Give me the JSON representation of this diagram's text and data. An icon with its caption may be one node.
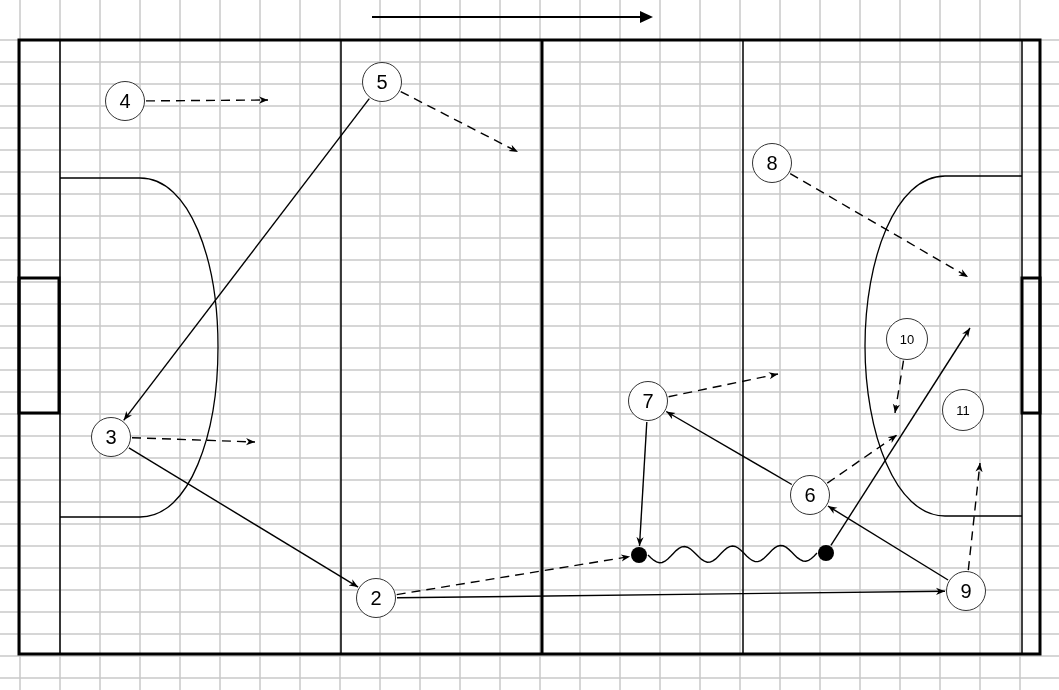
{
  "diagram": {
    "nodes": [
      {
        "text": [
          "4"
        ]
      },
      {
        "text": [
          "5"
        ]
      },
      {
        "text": [
          "8"
        ]
      },
      {
        "text": [
          "10"
        ]
      },
      {
        "text": [
          "7"
        ]
      },
      {
        "text": [
          "3"
        ]
      },
      {
        "text": [
          "11"
        ]
      },
      {
        "text": [
          "6"
        ]
      },
      {
        "text": [],
        "shape": "circle"
      },
      {
        "text": [],
        "shape": "circle"
      },
      {
        "text": [
          "2"
        ]
      },
      {
        "text": [
          "9"
        ]
      }
    ],
    "edges": [
      {
        "from": 0,
        "to": null,
        "arrow": "to",
        "style": "dashed"
      },
      {
        "from": 1,
        "to": null,
        "arrow": "to",
        "style": "dashed"
      },
      {
        "from": 1,
        "to": 5,
        "arrow": "to"
      },
      {
        "from": 2,
        "to": null,
        "arrow": "to",
        "style": "dashed"
      },
      {
        "from": 3,
        "to": null,
        "arrow": "to",
        "style": "dashed"
      },
      {
        "from": 4,
        "to": null,
        "arrow": "to",
        "style": "dashed"
      },
      {
        "from": 4,
        "to": 8,
        "arrow": "to"
      },
      {
        "from": 5,
        "to": null,
        "arrow": "to",
        "style": "dashed"
      },
      {
        "from": 5,
        "to": 10,
        "arrow": "to"
      },
      {
        "from": 7,
        "to": 4,
        "arrow": "to"
      },
      {
        "from": 7,
        "to": null,
        "arrow": "to",
        "style": "dashed"
      },
      {
        "from": 11,
        "to": 7,
        "arrow": "to"
      },
      {
        "from": 11,
        "to": null,
        "arrow": "to",
        "style": "dashed"
      },
      {
        "from": 10,
        "to": 8,
        "arrow": "to",
        "style": "dashed"
      },
      {
        "from": 8,
        "to": 9,
        "arrow": "none"
      },
      {
        "from": 9,
        "to": null,
        "arrow": "to"
      },
      {
        "from": 10,
        "to": 11,
        "arrow": "to"
      }
    ]
  }
}
